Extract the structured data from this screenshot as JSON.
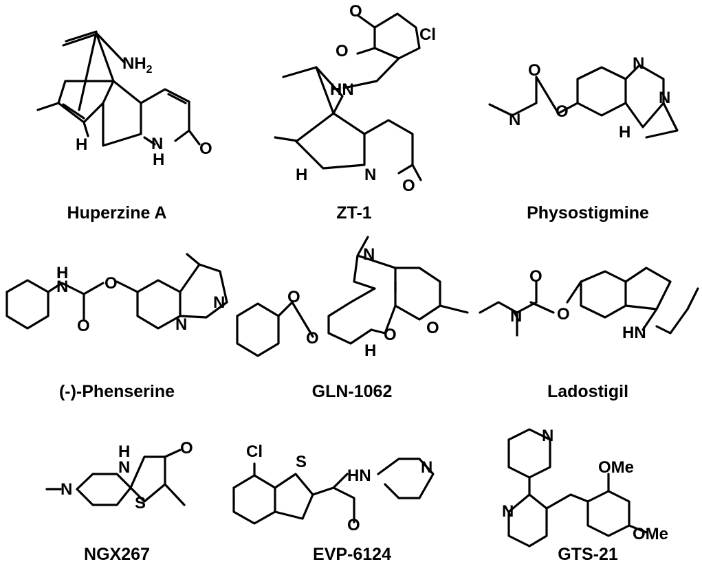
{
  "compounds": [
    {
      "name": "Huperzine A"
    },
    {
      "name": "ZT-1"
    },
    {
      "name": "Physostigmine"
    },
    {
      "name": "(-)-Phenserine"
    },
    {
      "name": "GLN-1062"
    },
    {
      "name": "Ladostigil"
    },
    {
      "name": "NGX267"
    },
    {
      "name": "EVP-6124"
    },
    {
      "name": "GTS-21"
    }
  ],
  "atoms": {
    "nh2": "NH",
    "nh2_sub": "2",
    "h": "H",
    "nh": "N",
    "o": "O",
    "n": "N",
    "cl": "Cl",
    "hn": "HN",
    "s": "S",
    "ome": "OMe"
  }
}
